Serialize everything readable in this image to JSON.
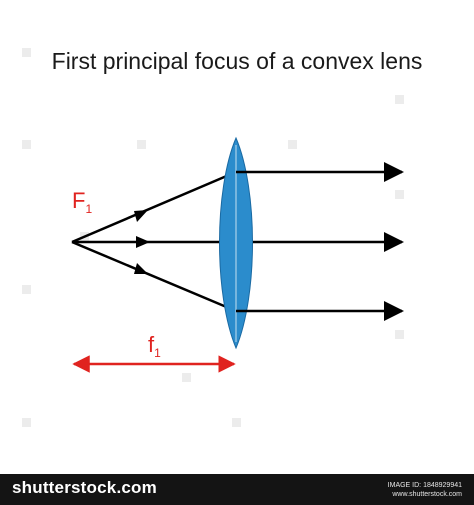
{
  "title": "First principal focus of a convex lens",
  "labels": {
    "focus_point": "F",
    "focus_point_sub": "1",
    "focal_length": "f",
    "focal_length_sub": "1"
  },
  "colors": {
    "ray": "#000000",
    "lens_fill": "#2b8ccc",
    "lens_edge": "#1a6aa3",
    "label": "#e0231f",
    "focal_arrow": "#e0231f",
    "footer_bg": "#141414"
  },
  "footer": {
    "brand": "shutterstock",
    "brand_suffix": ".com",
    "image_id_label": "IMAGE ID: 1848929941",
    "site": "www.shutterstock.com"
  }
}
